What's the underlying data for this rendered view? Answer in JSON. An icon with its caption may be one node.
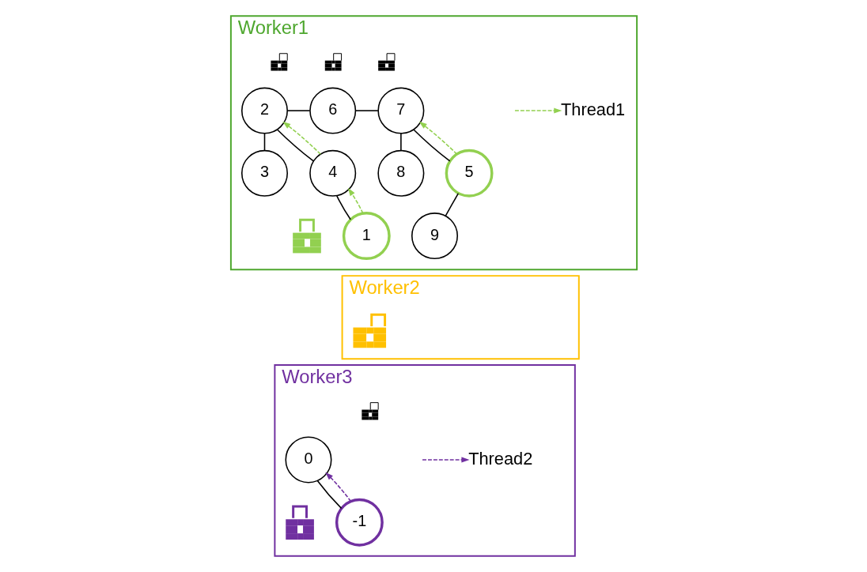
{
  "diagram": {
    "nodes": [
      {
        "text": [
          "Worker1"
        ]
      },
      {
        "text": [
          "2"
        ],
        "in": 0
      },
      {
        "text": [],
        "shape": "picture",
        "in": 0
      },
      {
        "text": [
          "6"
        ],
        "in": 0
      },
      {
        "text": [],
        "shape": "picture",
        "in": 0
      },
      {
        "text": [
          "7"
        ],
        "in": 0
      },
      {
        "text": [],
        "shape": "picture",
        "in": 0
      },
      {
        "text": [
          "3"
        ],
        "in": 0
      },
      {
        "text": [
          "4"
        ],
        "in": 0
      },
      {
        "text": [
          "8"
        ],
        "in": 0
      },
      {
        "text": [
          "5"
        ],
        "in": 0
      },
      {
        "text": [
          "1"
        ],
        "in": 0
      },
      {
        "text": [
          "9"
        ],
        "in": 0
      },
      {
        "text": [],
        "shape": "picture",
        "in": 0
      },
      {
        "text": [
          "Worker2"
        ]
      },
      {
        "text": [],
        "shape": "picture",
        "in": 14
      },
      {
        "text": [
          "Worker3"
        ]
      },
      {
        "text": [
          "0"
        ],
        "in": 16
      },
      {
        "text": [],
        "shape": "picture",
        "in": 16
      },
      {
        "text": [
          "-1"
        ],
        "in": 16
      },
      {
        "text": [],
        "shape": "picture",
        "in": 16
      }
    ],
    "edges": [
      {
        "from": 1,
        "to": 3,
        "arrow": "none"
      },
      {
        "from": 3,
        "to": 5,
        "arrow": "none"
      },
      {
        "from": 1,
        "to": 7,
        "arrow": "none"
      },
      {
        "from": 1,
        "to": 8,
        "arrow": "none"
      },
      {
        "from": 8,
        "to": 11,
        "arrow": "none"
      },
      {
        "from": 5,
        "to": 9,
        "arrow": "none"
      },
      {
        "from": 5,
        "to": 10,
        "arrow": "none"
      },
      {
        "from": 10,
        "to": 12,
        "arrow": "none"
      },
      {
        "from": 11,
        "to": 8,
        "arrow": "to",
        "style": "dashed",
        "color": "#92d050"
      },
      {
        "from": 8,
        "to": 1,
        "arrow": "to",
        "style": "dashed",
        "color": "#92d050"
      },
      {
        "from": 10,
        "to": 5,
        "arrow": "to",
        "style": "dashed",
        "color": "#92d050"
      },
      {
        "from": 17,
        "to": 19,
        "arrow": "none"
      },
      {
        "from": 19,
        "to": 17,
        "arrow": "to",
        "style": "dashed",
        "color": "#7030a0"
      }
    ],
    "legend": [
      {
        "text": "Thread1"
      },
      {
        "text": "Thread2"
      }
    ]
  }
}
